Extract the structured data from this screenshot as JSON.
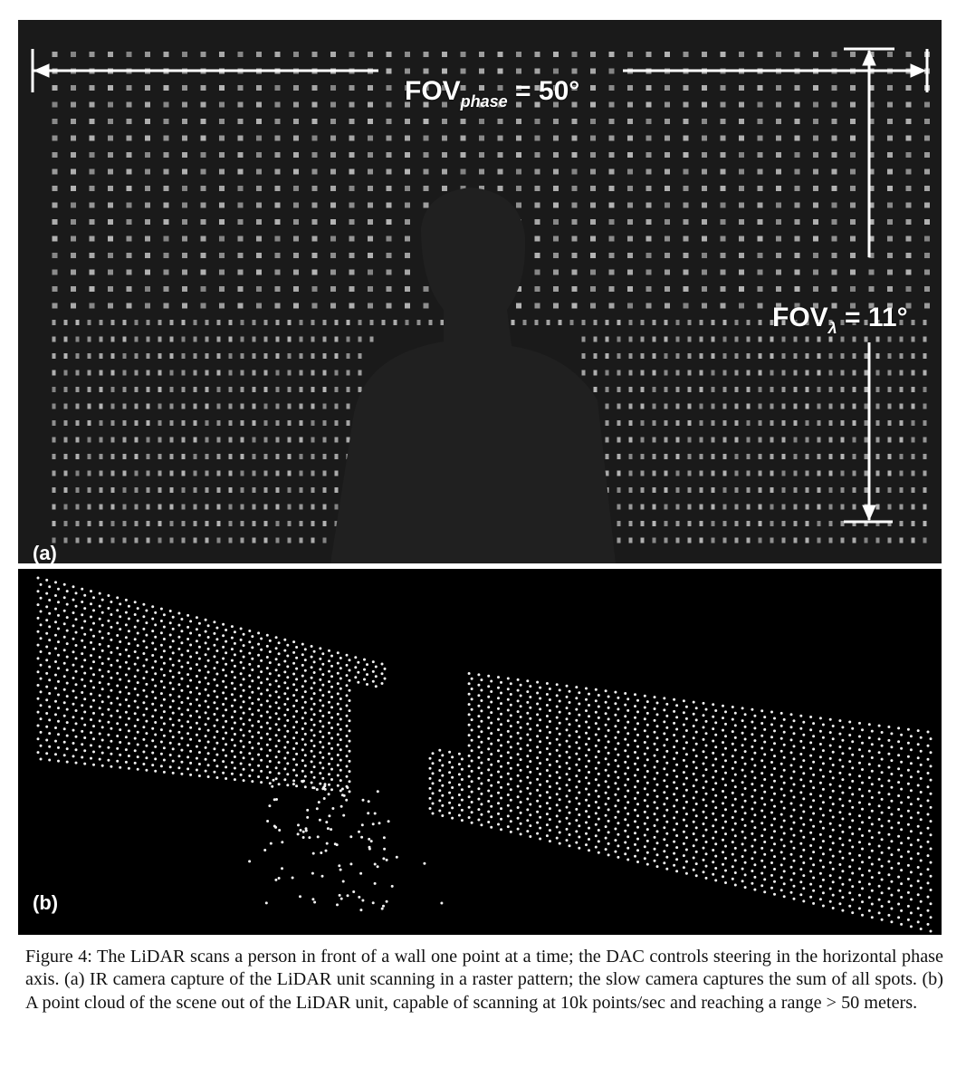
{
  "figure": {
    "panel_a": {
      "label": "(a)",
      "fov_phase": {
        "prefix": "FOV",
        "sub": "phase",
        "value": " = 50°"
      },
      "fov_lambda": {
        "prefix": "FOV",
        "sub": "λ",
        "value": " = 11°"
      }
    },
    "panel_b": {
      "label": "(b)"
    },
    "caption": "Figure 4: The LiDAR scans a person in front of a wall one point at a time; the DAC controls steering in the horizontal phase axis. (a) IR camera capture of the LiDAR unit scanning in a raster pattern; the slow camera captures the sum of all spots. (b) A point cloud of the scene out of the LiDAR unit, capable of scanning at 10k points/sec and reaching a range > 50 meters."
  }
}
